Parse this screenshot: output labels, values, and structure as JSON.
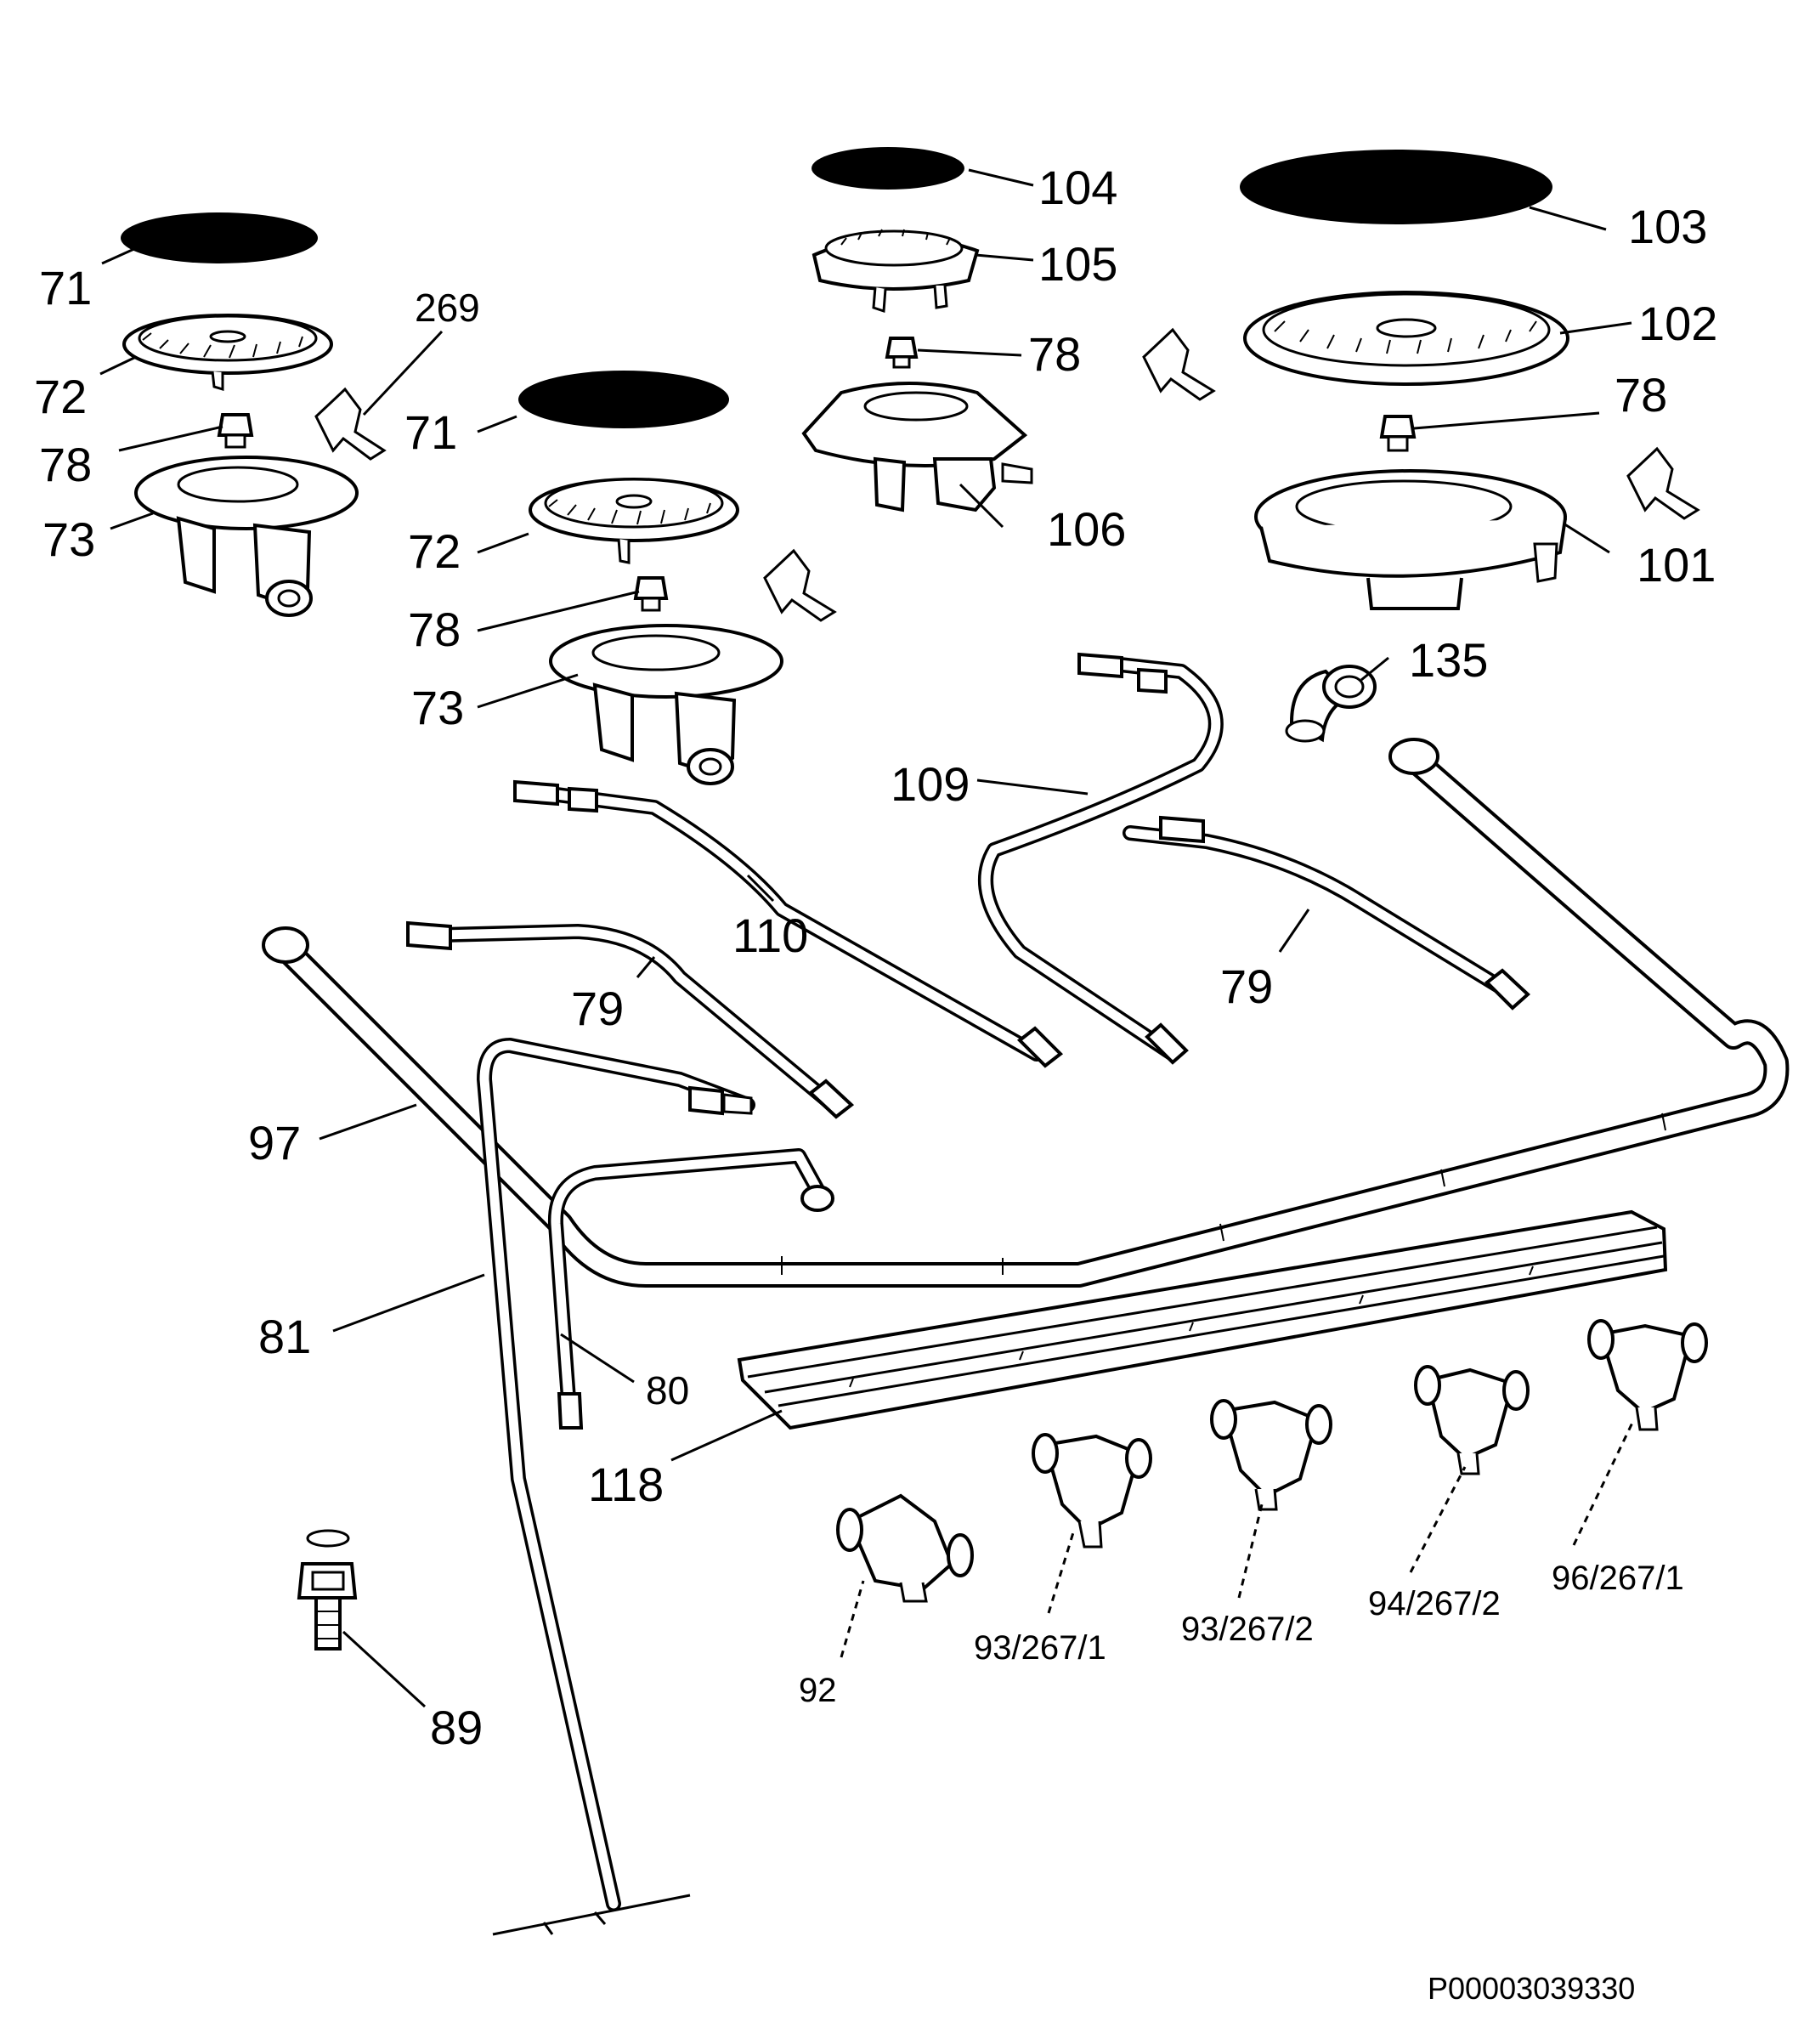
{
  "diagram": {
    "reference_code": "P00003039330",
    "labels": {
      "l71a": "71",
      "l72a": "72",
      "l78a": "78",
      "l73a": "73",
      "l269": "269",
      "l71b": "71",
      "l72b": "72",
      "l78b": "78",
      "l73b": "73",
      "l104": "104",
      "l105": "105",
      "l78c": "78",
      "l106": "106",
      "l103": "103",
      "l102": "102",
      "l78d": "78",
      "l101": "101",
      "l135": "135",
      "l109": "109",
      "l110": "110",
      "l79a": "79",
      "l79b": "79",
      "l97": "97",
      "l81": "81",
      "l80": "80",
      "l118": "118",
      "l89": "89",
      "l92": "92",
      "l93_1": "93/267/1",
      "l93_2": "93/267/2",
      "l94_2": "94/267/2",
      "l96_1": "96/267/1"
    }
  }
}
